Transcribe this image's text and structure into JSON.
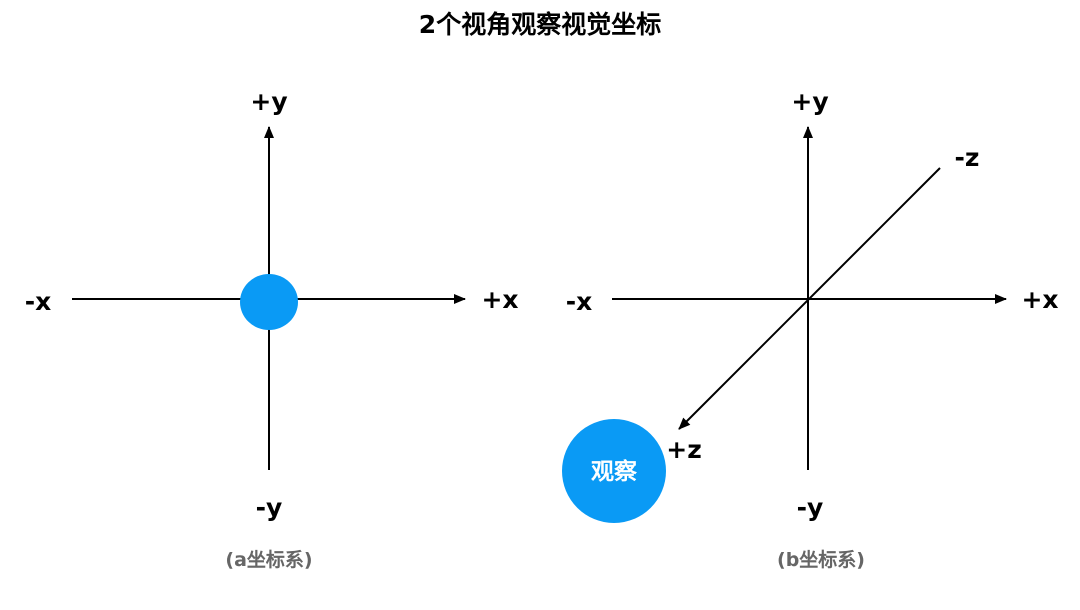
{
  "title": "2个视角观察视觉坐标",
  "colors": {
    "axis": "#000000",
    "marker": "#0a9af5",
    "marker_text": "#ffffff",
    "caption": "#666666",
    "title": "#000000"
  },
  "diagram_a": {
    "caption": "(a坐标系)",
    "labels": {
      "pos_y": "+y",
      "neg_y": "-y",
      "neg_x": "-x",
      "pos_x": "+x"
    }
  },
  "diagram_b": {
    "caption": "(b坐标系)",
    "labels": {
      "pos_y": "+y",
      "neg_y": "-y",
      "neg_x": "-x",
      "pos_x": "+x",
      "neg_z": "-z",
      "pos_z": "+z"
    },
    "observer_label": "观察"
  }
}
